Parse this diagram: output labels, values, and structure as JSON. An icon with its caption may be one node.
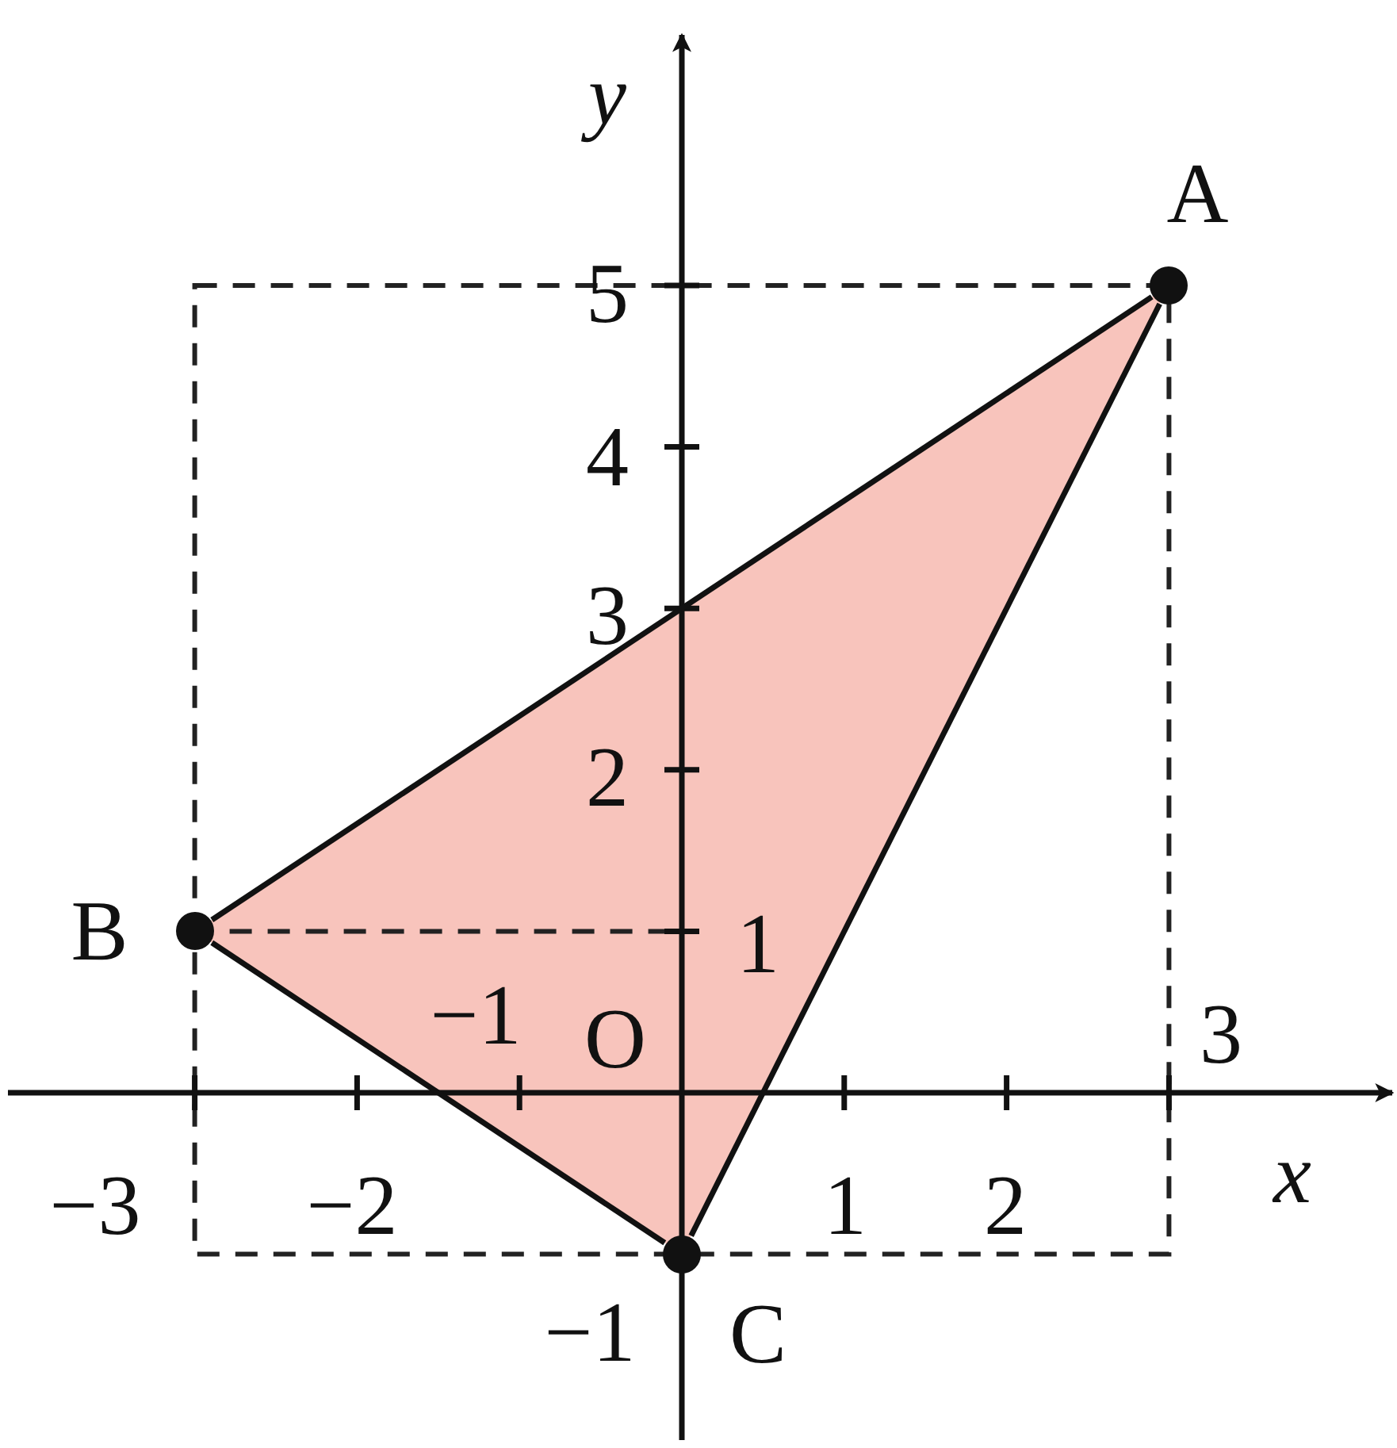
{
  "diagram": {
    "nodes": [
      {
        "text": [
          "A"
        ]
      },
      {
        "text": [
          "B"
        ]
      },
      {
        "text": [
          "C"
        ]
      }
    ],
    "edges": [
      {
        "from": 0,
        "to": 1,
        "arrow": "none"
      },
      {
        "from": 1,
        "to": 2,
        "arrow": "none"
      },
      {
        "from": 2,
        "to": 0,
        "arrow": "none"
      }
    ],
    "labels": [
      "y",
      "5",
      "4",
      "3",
      "2",
      "1",
      "−1",
      "O",
      "3",
      "x",
      "−3",
      "−2",
      "1",
      "2",
      "−1"
    ]
  }
}
